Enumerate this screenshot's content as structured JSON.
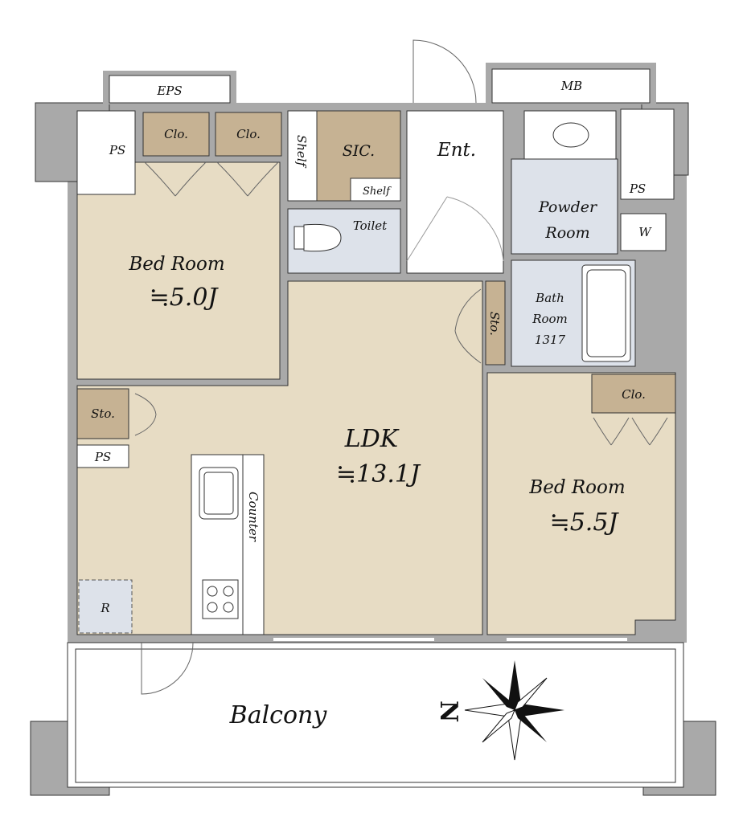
{
  "colors": {
    "wall": "#a9a9a9",
    "room_tan": "#e7dcc4",
    "storage_brown": "#c6b293",
    "wet_blue": "#dde2ea",
    "outline": "#333333"
  },
  "rooms": {
    "bedroom1": {
      "name": "Bed Room",
      "area": "≒5.0J"
    },
    "bedroom2": {
      "name": "Bed Room",
      "area": "≒5.5J"
    },
    "ldk": {
      "name": "LDK",
      "area": "≒13.1J"
    },
    "powder": {
      "line1": "Powder",
      "line2": "Room"
    },
    "bath": {
      "line1": "Bath",
      "line2": "Room",
      "line3": "1317"
    },
    "entrance": "Ent.",
    "sic": "SIC.",
    "toilet": "Toilet",
    "balcony": "Balcony"
  },
  "small_labels": {
    "eps": "EPS",
    "mb": "MB",
    "ps": "PS",
    "clo": "Clo.",
    "sto": "Sto.",
    "shelf": "Shelf",
    "w": "W",
    "r": "R",
    "counter": "Counter"
  },
  "compass": {
    "north": "N",
    "icon": "compass-rose-icon"
  }
}
